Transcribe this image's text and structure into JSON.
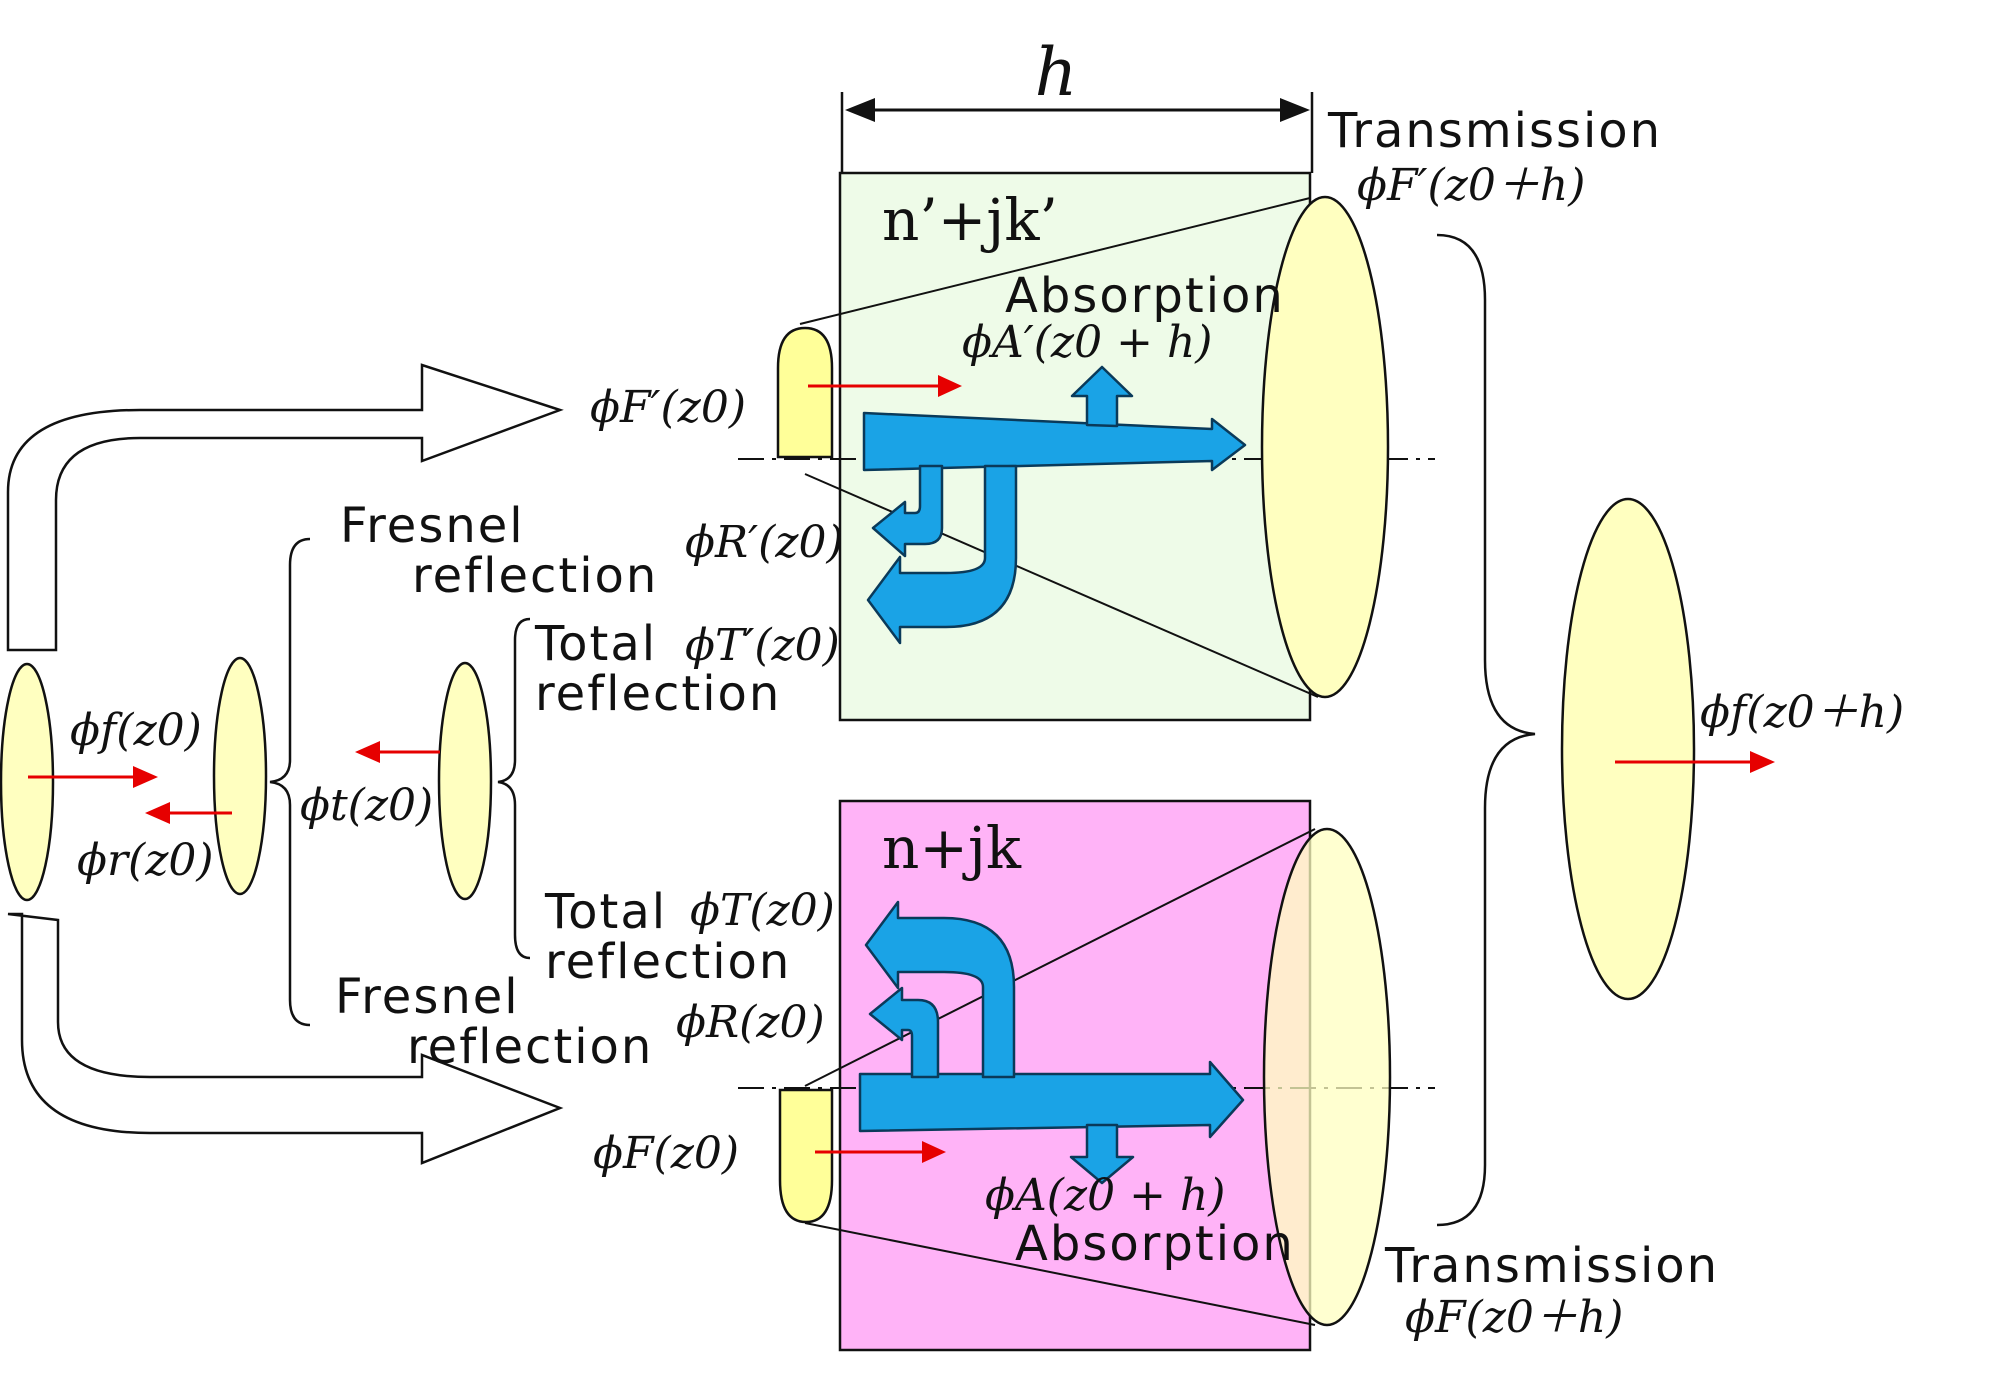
{
  "dimension": {
    "symbol": "h"
  },
  "media": {
    "upper": {
      "index": "n’+jk’"
    },
    "lower": {
      "index": "n+jk"
    }
  },
  "labels": {
    "transmission_top": "Transmission",
    "transmission_bottom": "Transmission",
    "absorption_top": "Absorption",
    "absorption_bottom": "Absorption",
    "fresnel_top_1": "Fresnel",
    "fresnel_top_2": "reflection",
    "fresnel_bottom_1": "Fresnel",
    "fresnel_bottom_2": "reflection",
    "total_top_1": "Total",
    "total_top_2": "reflection",
    "total_bottom_1": "Total",
    "total_bottom_2": "reflection"
  },
  "symbols": {
    "phi_f_z0": "ϕf(z0)",
    "phi_r_z0": "ϕr(z0)",
    "phi_t_z0": "ϕt(z0)",
    "phi_Fp_z0": "ϕF′(z0)",
    "phi_Rp_z0": "ϕR′(z0)",
    "phi_Tp_z0": "ϕT′(z0)",
    "phi_Ap_z0h": "ϕA′(z0 + h)",
    "phi_Fp_z0h": "ϕF′(z0＋h)",
    "phi_F_z0": "ϕF(z0)",
    "phi_R_z0": "ϕR(z0)",
    "phi_T_z0": "ϕT(z0)",
    "phi_A_z0h": "ϕA(z0 + h)",
    "phi_F_z0h": "ϕF(z0＋h)",
    "phi_f_z0h": "ϕf(z0＋h)"
  },
  "colors": {
    "upper_medium": "#eefbe8",
    "lower_medium": "#ffb3f7",
    "beam": "#ffffc0",
    "flow_arrow": "#1aa3e6",
    "direction_arrow": "#e60000"
  }
}
